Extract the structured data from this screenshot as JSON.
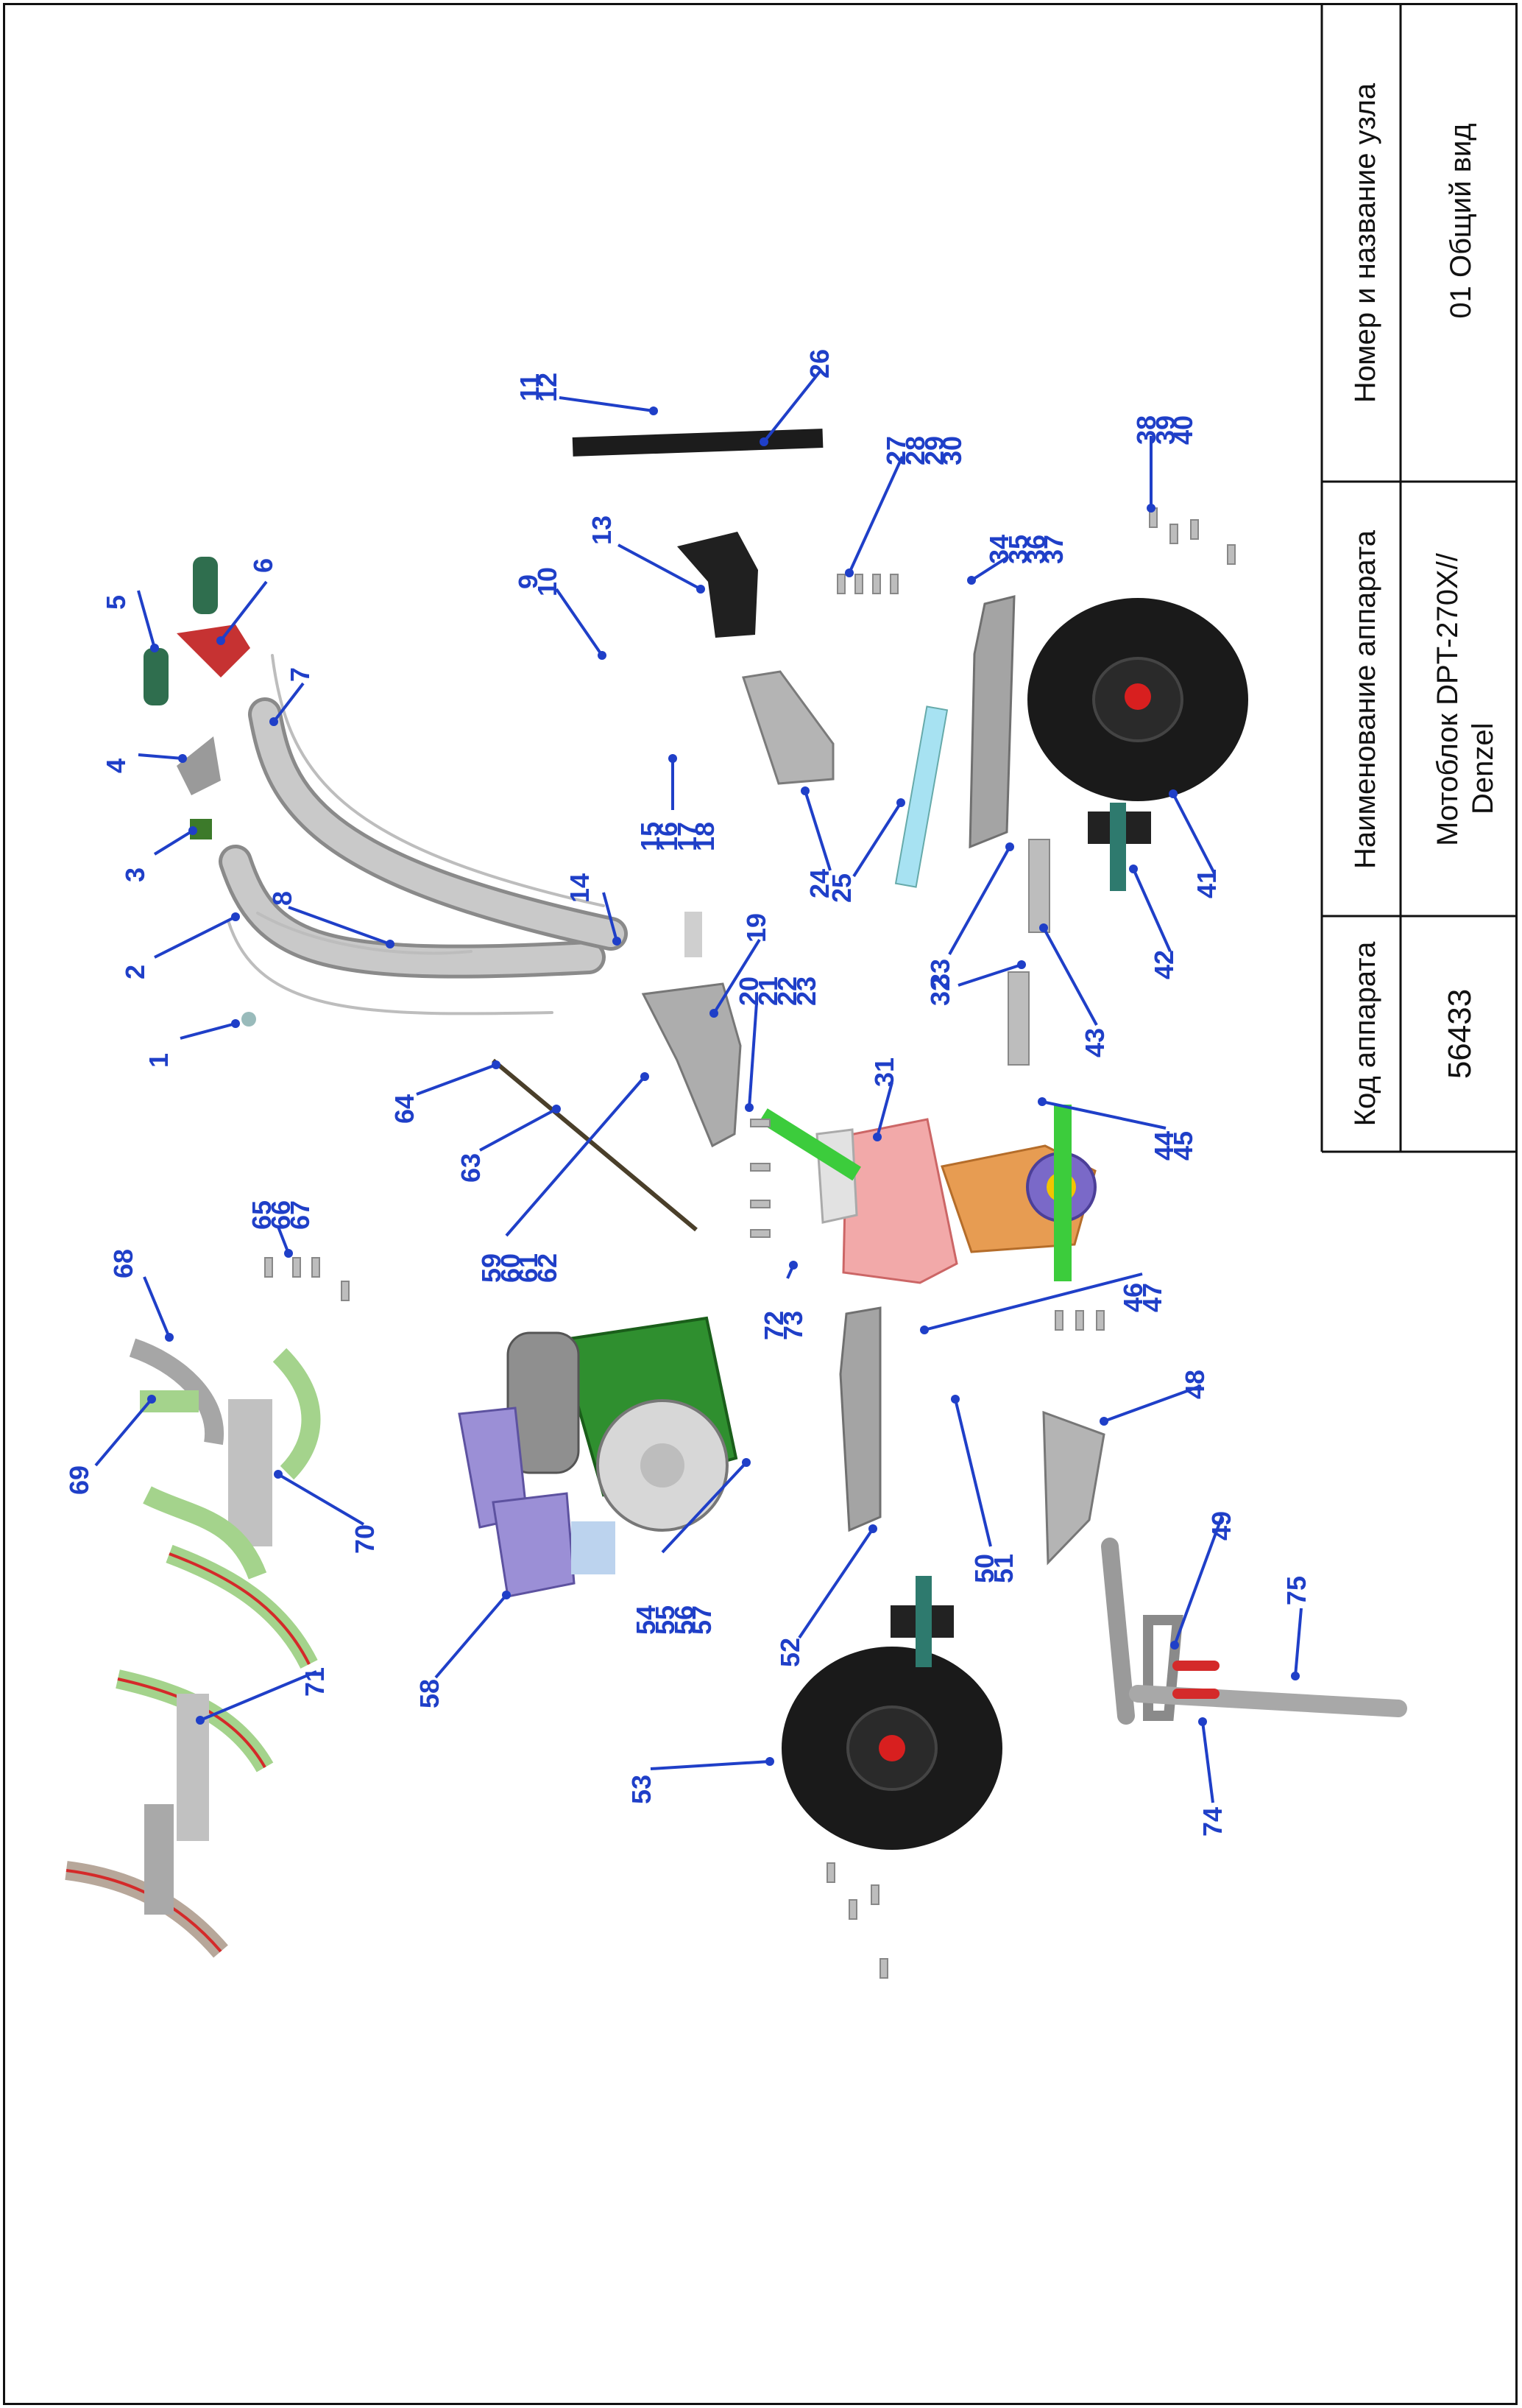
{
  "title_block": {
    "header_code": "Код аппарата",
    "header_apparatus": "Наименование аппарата",
    "header_node": "Номер и название узла",
    "code": "56433",
    "apparatus_line1": "Мотоблок DPT-270X//",
    "apparatus_line2": "Denzel",
    "node": "01 Общий вид"
  },
  "colors": {
    "callout": "#1f3fc8",
    "frame": "#111111",
    "part_grey": "#b9b9b9",
    "engine_green": "#2e8b2e",
    "tank_violet": "#9b8fd6",
    "gearbox_pink": "#f1a7a7",
    "arm_orange": "#e39a52",
    "tire_black": "#1a1a1a",
    "tine_green": "#a4d38c",
    "tine_edge_red": "#d42a2a",
    "plate_blue": "#9bd6ea"
  },
  "callouts": [
    {
      "id": "c1",
      "label": "1"
    },
    {
      "id": "c2",
      "label": "2"
    },
    {
      "id": "c3",
      "label": "3"
    },
    {
      "id": "c4",
      "label": "4"
    },
    {
      "id": "c5",
      "label": "5"
    },
    {
      "id": "c6",
      "label": "6"
    },
    {
      "id": "c7",
      "label": "7"
    },
    {
      "id": "c8",
      "label": "8"
    },
    {
      "id": "c9",
      "label": "9"
    },
    {
      "id": "c10",
      "label": "10"
    },
    {
      "id": "c11",
      "label": "11"
    },
    {
      "id": "c12",
      "label": "12"
    },
    {
      "id": "c13",
      "label": "13"
    },
    {
      "id": "c14",
      "label": "14"
    },
    {
      "id": "c15",
      "label": "15"
    },
    {
      "id": "c16",
      "label": "16"
    },
    {
      "id": "c17",
      "label": "17"
    },
    {
      "id": "c18",
      "label": "18"
    },
    {
      "id": "c19",
      "label": "19"
    },
    {
      "id": "c20",
      "label": "20"
    },
    {
      "id": "c21",
      "label": "21"
    },
    {
      "id": "c22",
      "label": "22"
    },
    {
      "id": "c23",
      "label": "23"
    },
    {
      "id": "c24",
      "label": "24"
    },
    {
      "id": "c25",
      "label": "25"
    },
    {
      "id": "c26",
      "label": "26"
    },
    {
      "id": "c27",
      "label": "27"
    },
    {
      "id": "c28",
      "label": "28"
    },
    {
      "id": "c29",
      "label": "29"
    },
    {
      "id": "c30",
      "label": "30"
    },
    {
      "id": "c31",
      "label": "31"
    },
    {
      "id": "c32",
      "label": "32"
    },
    {
      "id": "c33",
      "label": "33"
    },
    {
      "id": "c34",
      "label": "34"
    },
    {
      "id": "c35",
      "label": "35"
    },
    {
      "id": "c36",
      "label": "36"
    },
    {
      "id": "c37",
      "label": "37"
    },
    {
      "id": "c38",
      "label": "38"
    },
    {
      "id": "c39",
      "label": "39"
    },
    {
      "id": "c40",
      "label": "40"
    },
    {
      "id": "c41",
      "label": "41"
    },
    {
      "id": "c42",
      "label": "42"
    },
    {
      "id": "c43",
      "label": "43"
    },
    {
      "id": "c44",
      "label": "44"
    },
    {
      "id": "c45",
      "label": "45"
    },
    {
      "id": "c46",
      "label": "46"
    },
    {
      "id": "c47",
      "label": "47"
    },
    {
      "id": "c48",
      "label": "48"
    },
    {
      "id": "c49",
      "label": "49"
    },
    {
      "id": "c50",
      "label": "50"
    },
    {
      "id": "c51",
      "label": "51"
    },
    {
      "id": "c52",
      "label": "52"
    },
    {
      "id": "c53",
      "label": "53"
    },
    {
      "id": "c54",
      "label": "54"
    },
    {
      "id": "c55",
      "label": "55"
    },
    {
      "id": "c56",
      "label": "56"
    },
    {
      "id": "c57",
      "label": "57"
    },
    {
      "id": "c58",
      "label": "58"
    },
    {
      "id": "c59",
      "label": "59"
    },
    {
      "id": "c60",
      "label": "60"
    },
    {
      "id": "c61",
      "label": "61"
    },
    {
      "id": "c62",
      "label": "62"
    },
    {
      "id": "c63",
      "label": "63"
    },
    {
      "id": "c64",
      "label": "64"
    },
    {
      "id": "c65",
      "label": "65"
    },
    {
      "id": "c66",
      "label": "66"
    },
    {
      "id": "c67",
      "label": "67"
    },
    {
      "id": "c68",
      "label": "68"
    },
    {
      "id": "c69",
      "label": "69"
    },
    {
      "id": "c70",
      "label": "70"
    },
    {
      "id": "c71",
      "label": "71"
    },
    {
      "id": "c72",
      "label": "72"
    },
    {
      "id": "c73",
      "label": "73"
    },
    {
      "id": "c74",
      "label": "74"
    },
    {
      "id": "c75",
      "label": "75"
    }
  ]
}
